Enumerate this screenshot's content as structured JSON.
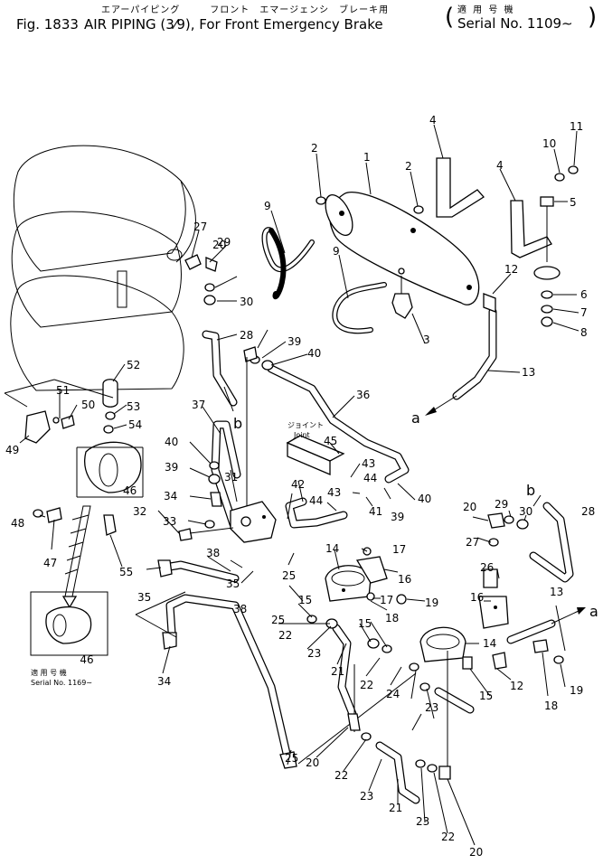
{
  "header": {
    "jp_title": "エアーパイピング　　　フロント　エマージェンシ　ブレーキ用",
    "fig_label": "Fig. 1833",
    "title": "AIR PIPING (3⁄9), For Front Emergency Brake",
    "jp_applicable": "適 用 号 機",
    "serial": "Serial No. 1109∼"
  },
  "joint_label": {
    "jp": "ジョイント",
    "en": "Joint"
  },
  "inset": {
    "part": "46",
    "jp": "適 用 号 機",
    "serial": "Serial No. 1169∼"
  },
  "letters": {
    "a": "a",
    "b": "b"
  },
  "callouts": [
    "1",
    "2",
    "2",
    "3",
    "4",
    "4",
    "5",
    "6",
    "7",
    "8",
    "9",
    "9",
    "10",
    "11",
    "12",
    "12",
    "13",
    "13",
    "14",
    "14",
    "15",
    "15",
    "15",
    "16",
    "16",
    "17",
    "17",
    "18",
    "18",
    "19",
    "19",
    "20",
    "20",
    "20",
    "20",
    "21",
    "21",
    "22",
    "22",
    "22",
    "22",
    "23",
    "23",
    "23",
    "23",
    "24",
    "25",
    "25",
    "25",
    "26",
    "27",
    "27",
    "28",
    "28",
    "29",
    "29",
    "30",
    "30",
    "31",
    "32",
    "33",
    "34",
    "34",
    "35",
    "35",
    "36",
    "37",
    "38",
    "38",
    "39",
    "39",
    "39",
    "40",
    "40",
    "40",
    "41",
    "42",
    "43",
    "43",
    "44",
    "44",
    "45",
    "46",
    "47",
    "48",
    "49",
    "50",
    "51",
    "52",
    "53",
    "54",
    "55"
  ]
}
